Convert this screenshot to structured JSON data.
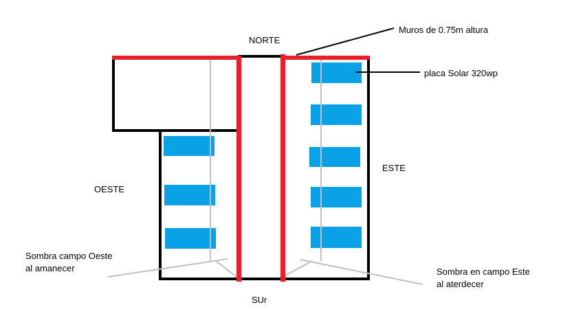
{
  "labels": {
    "north": "NORTE",
    "south": "SUr",
    "west": "OESTE",
    "east": "ESTE",
    "walls": "Muros de 0.75m altura",
    "panel": "placa Solar 320wp",
    "shadow_west": [
      "Sombra campo Oeste",
      "al amanecer"
    ],
    "shadow_east": [
      "Sombra en campo Este",
      "al aterdecer"
    ]
  },
  "colors": {
    "outline": "#000000",
    "wall": "#e8202a",
    "panel": "#0aa2e6",
    "shadow_line": "#c0c0c0",
    "background": "#ffffff"
  },
  "west_field_panels": 3,
  "east_field_panels": 5
}
